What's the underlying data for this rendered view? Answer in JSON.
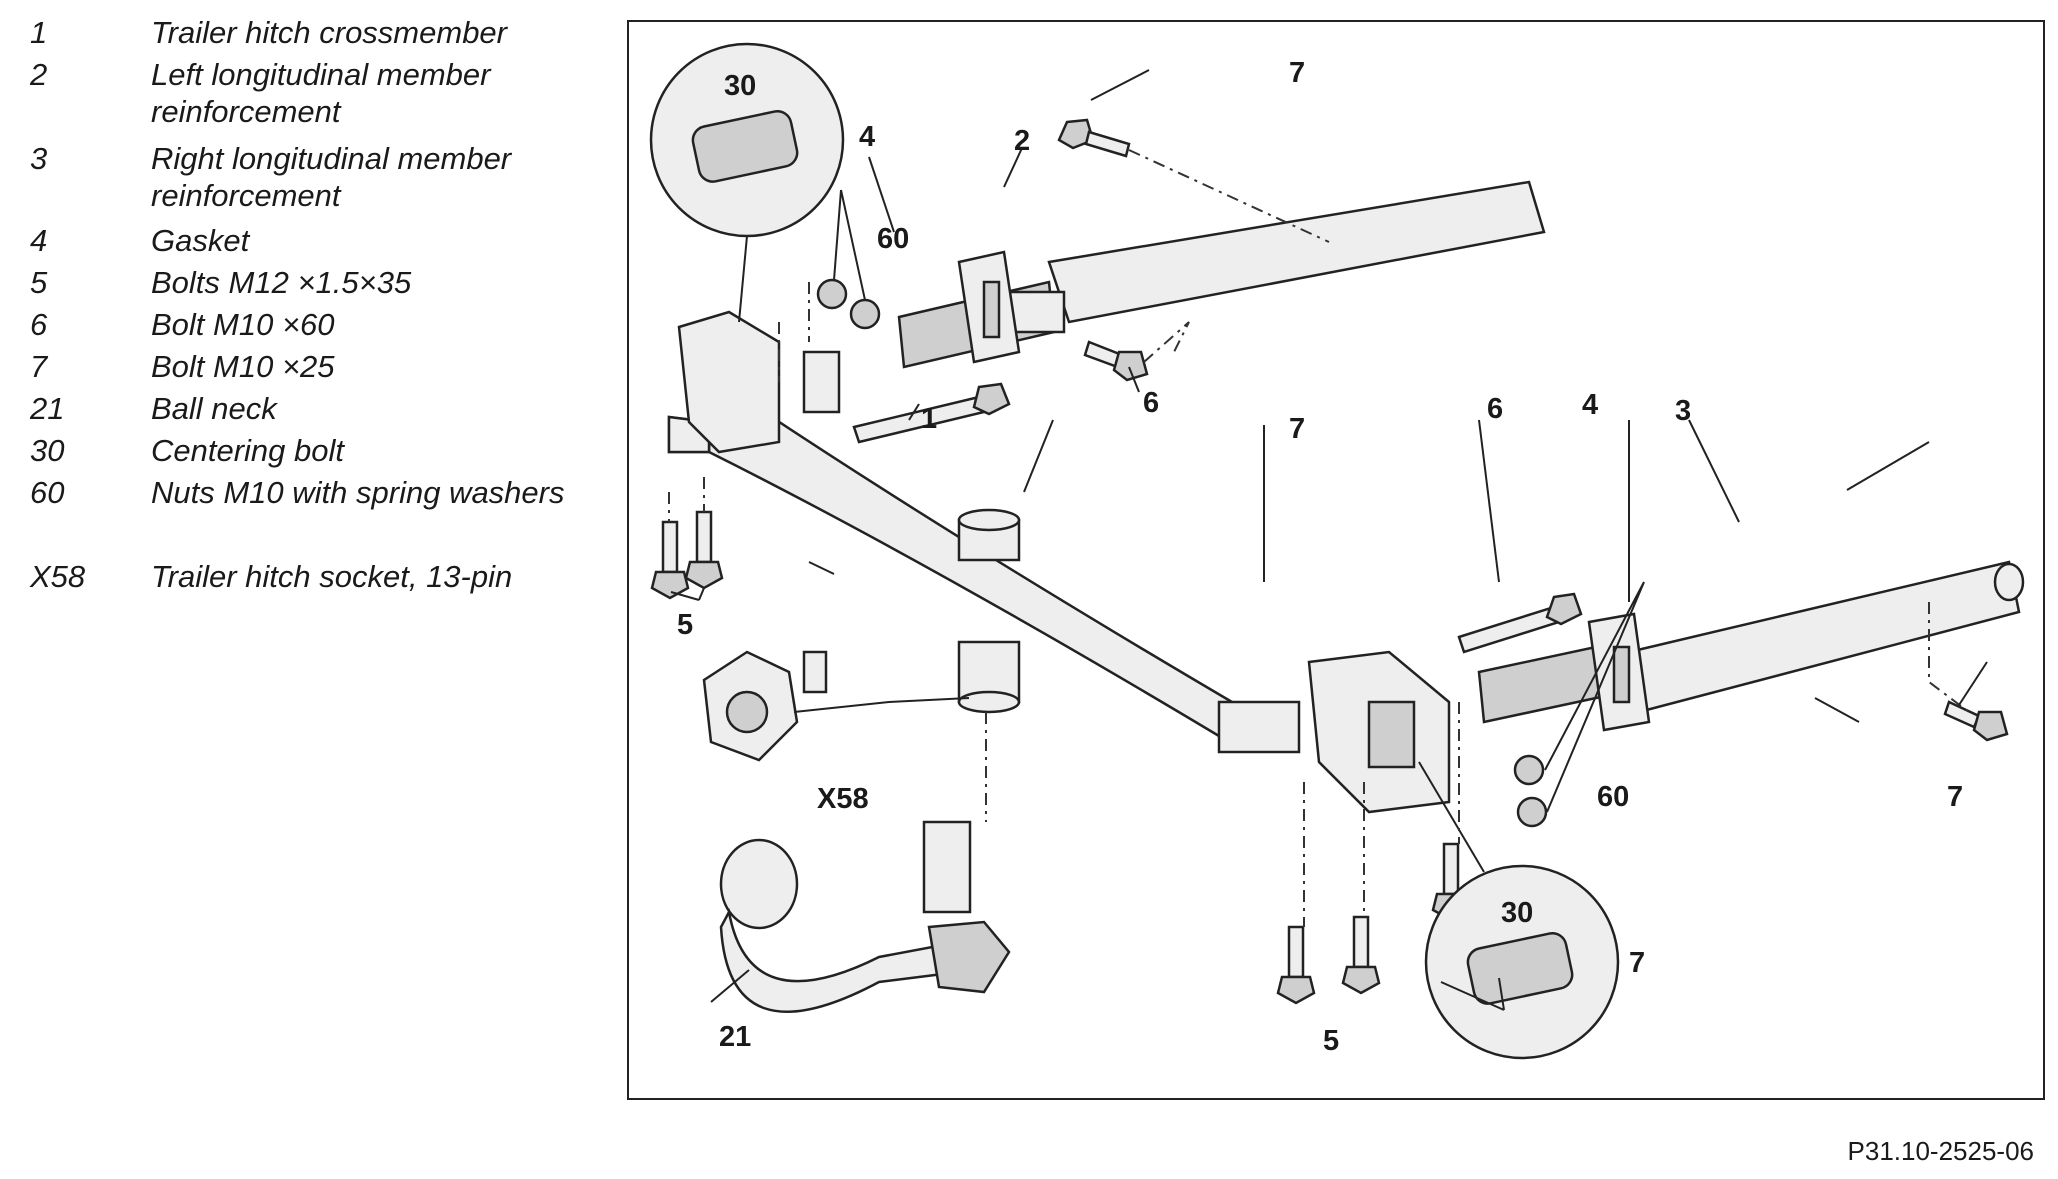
{
  "legend": [
    {
      "num": "1",
      "desc": "Trailer hitch crossmember"
    },
    {
      "num": "2",
      "desc": "Left longitudinal member reinforcement"
    },
    {
      "num": "3",
      "desc": "Right longitudinal member reinforcement"
    },
    {
      "num": "4",
      "desc": "Gasket"
    },
    {
      "num": "5",
      "desc": "Bolts M12 ×1.5×35"
    },
    {
      "num": "6",
      "desc": "Bolt M10 ×60"
    },
    {
      "num": "7",
      "desc": "Bolt M10 ×25"
    },
    {
      "num": "21",
      "desc": "Ball neck"
    },
    {
      "num": "30",
      "desc": "Centering bolt"
    },
    {
      "num": "60",
      "desc": "Nuts M10 with spring washers"
    },
    {
      "num": "X58",
      "desc": "Trailer hitch socket, 13-pin"
    }
  ],
  "callouts": {
    "c1": "1",
    "c2": "2",
    "c3": "3",
    "c4a": "4",
    "c4b": "4",
    "c5a": "5",
    "c5b": "5",
    "c6a": "6",
    "c6b": "6",
    "c7a": "7",
    "c7b": "7",
    "c7c": "7",
    "c7d": "7",
    "c21": "21",
    "c30a": "30",
    "c30b": "30",
    "c60a": "60",
    "c60b": "60",
    "cx58": "X58"
  },
  "figure_ref": "P31.10-2525-06"
}
